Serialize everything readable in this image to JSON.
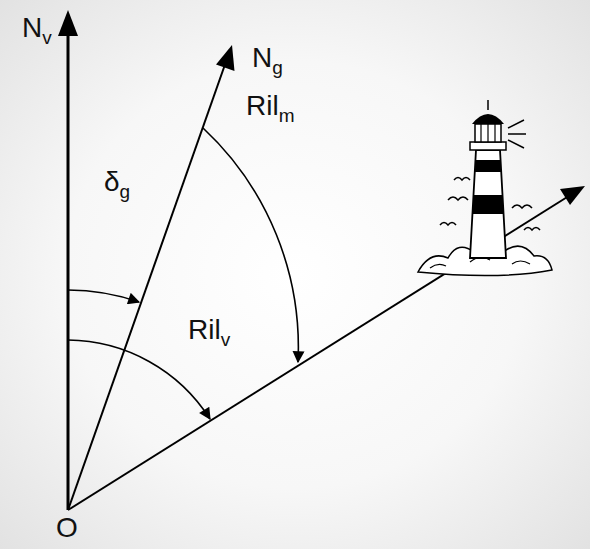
{
  "diagram": {
    "labels": [
      "Nv",
      "Ng",
      "δg",
      "Rilm",
      "Rilv",
      "O"
    ]
  }
}
